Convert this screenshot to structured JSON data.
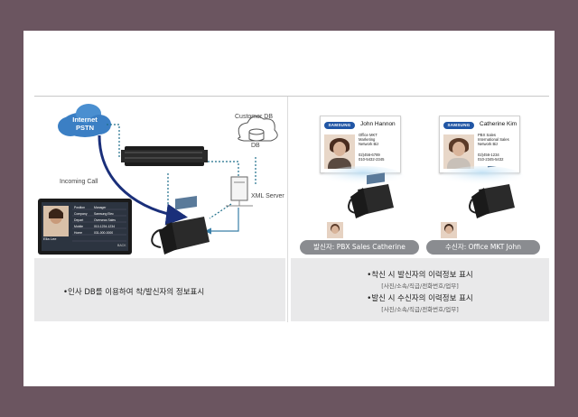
{
  "diagram": {
    "cloud_label": "Internet\nPSTN",
    "customer_db_label": "Customer DB",
    "db_label": "DB",
    "xml_server_label": "XML Server",
    "incoming_call_label": "Incoming Call",
    "phone_screen": {
      "contact_name": "Ella Lee",
      "rows": [
        {
          "key": "Position",
          "value": "Manager"
        },
        {
          "key": "Company",
          "value": "Samsung Elec"
        },
        {
          "key": "Depart",
          "value": "Overseas Sales"
        },
        {
          "key": "Mobile",
          "value": "010-1234-1234"
        },
        {
          "key": "Home",
          "value": "031-000-0000"
        }
      ],
      "footer": "BACK"
    }
  },
  "cards": [
    {
      "logo": "SAMSUNG",
      "name": "John Hannon",
      "lines": [
        "Office MKT",
        "Marketing",
        "Network Biz",
        "",
        "02)456-6789",
        "010-5432-2345"
      ]
    },
    {
      "logo": "SAMSUNG",
      "name": "Catherine Kim",
      "lines": [
        "PBX Sales",
        "International Sales",
        "Network Biz",
        "",
        "02)456-1234",
        "010-2345-5432"
      ]
    }
  ],
  "caller_pill": "발신자: PBX Sales Catherine",
  "callee_pill": "수신자: Office MKT John",
  "left_caption": "•인사 DB를 이용하여 착/발신자의 정보표시",
  "right_items": [
    {
      "title": "•착신 시 발신자의 이력정보 표시",
      "sub": "[사진/소속/직급/전화번호/업무]"
    },
    {
      "title": "•발신 시 수신자의 이력정보 표시",
      "sub": "[사진/소속/직급/전화번호/업무]"
    }
  ],
  "colors": {
    "frame": "#6b5560",
    "cloud": "#3b7fc4",
    "arrow": "#1a2f7a",
    "dotted": "#1f6f8b",
    "samsung": "#2156a5"
  }
}
